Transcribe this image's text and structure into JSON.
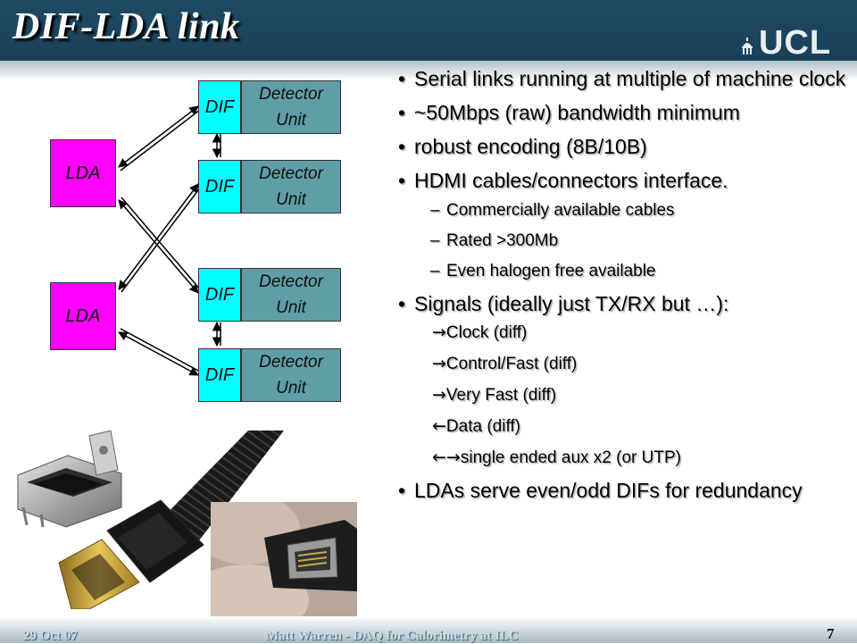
{
  "slide": {
    "title": "DIF-LDA link",
    "logo_text": "UCL"
  },
  "diagram": {
    "lda_label": "LDA",
    "dif_label": "DIF",
    "detector_line1": "Detector",
    "detector_line2": "Unit"
  },
  "bullets": [
    {
      "level": 1,
      "text": "Serial links running at multiple of machine clock"
    },
    {
      "level": 1,
      "text": "~50Mbps (raw) bandwidth minimum"
    },
    {
      "level": 1,
      "text": "robust encoding (8B/10B)"
    },
    {
      "level": 1,
      "text": "HDMI cables/connectors interface."
    },
    {
      "level": 2,
      "text": "Commercially available cables"
    },
    {
      "level": 2,
      "text": "Rated >300Mb"
    },
    {
      "level": 2,
      "text": "Even halogen free available"
    },
    {
      "level": 1,
      "text": "Signals (ideally just TX/RX but …):"
    },
    {
      "level": 3,
      "arrow": "→",
      "text": "Clock (diff)"
    },
    {
      "level": 3,
      "arrow": "→",
      "text": "Control/Fast (diff)"
    },
    {
      "level": 3,
      "arrow": "→",
      "text": "Very Fast (diff)"
    },
    {
      "level": 3,
      "arrow": "←",
      "text": "Data (diff)"
    },
    {
      "level": 3,
      "arrow": "←→",
      "text": "single ended aux x2 (or UTP)"
    },
    {
      "level": 1,
      "text": "LDAs serve even/odd DIFs for redundancy"
    }
  ],
  "footer": {
    "date": "29 Oct 07",
    "center": "Matt Warren  -  DAQ for Calorimetry at ILC",
    "page": "7"
  }
}
